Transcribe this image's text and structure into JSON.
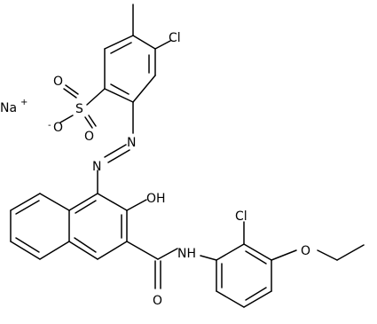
{
  "labels": {
    "sodium": "Na",
    "sodium_charge": "+",
    "chloro_top": "Cl",
    "sulfur": "S",
    "sulfonyl_o_left": "O",
    "sulfonyl_o_right": "O",
    "oxide_o": "O",
    "oxide_charge": "-",
    "azo_n1": "N",
    "azo_n2": "N",
    "hydroxyl": "OH",
    "chloro_bottom": "Cl",
    "amide_nh": "NH",
    "ether_o": "O",
    "carbonyl_o": "O"
  }
}
